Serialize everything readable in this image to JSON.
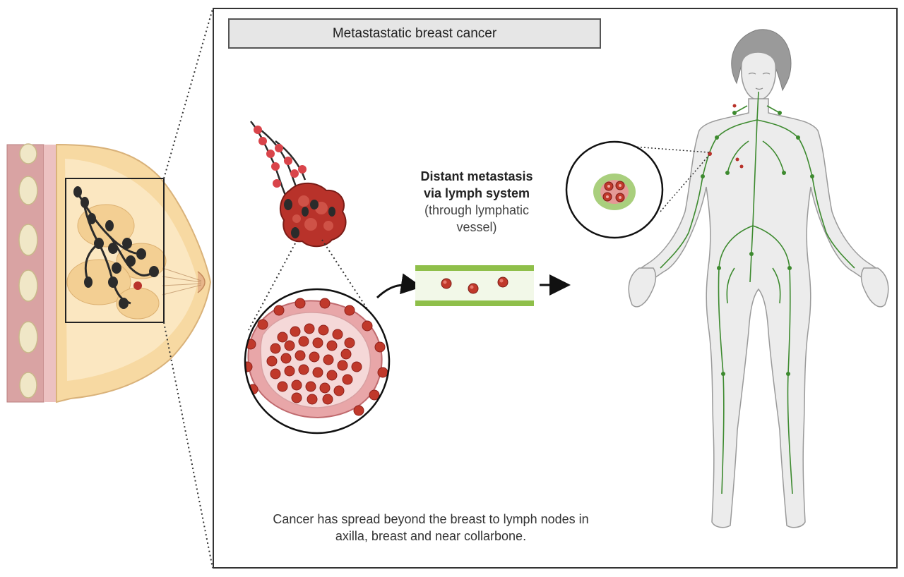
{
  "diagram": {
    "title": "Metastastatic breast cancer",
    "path_title_line1": "Distant metastasis",
    "path_title_line2": "via lymph system",
    "path_subtitle_line1": "(through lymphatic",
    "path_subtitle_line2": "vessel)",
    "caption_line1": "Cancer has spread beyond the breast to lymph nodes in",
    "caption_line2": "axilla, breast and near collarbone."
  },
  "colors": {
    "tumor": "#b8322a",
    "tumor_dark": "#8e211b",
    "duct": "#2b2b2b",
    "lymph_green": "#3d8a2f",
    "vessel_green": "#8fbf4a",
    "breast_skin": "#f6d9a3",
    "breast_tissue": "#fbe9c5",
    "chest_wall": "#d39a9a",
    "body_fill": "#ececec",
    "body_outline": "#9a9a9a"
  }
}
